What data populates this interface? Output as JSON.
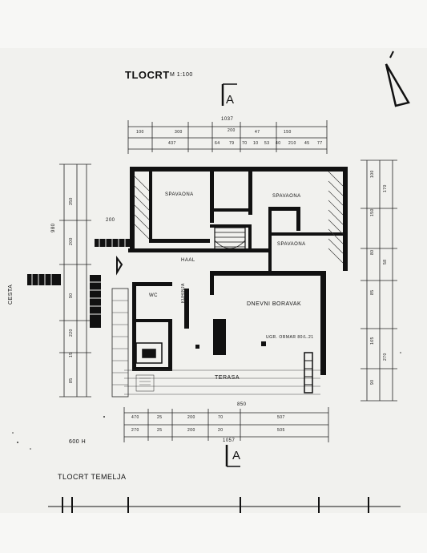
{
  "sheet": {
    "title": "TLOCRT",
    "scale": "M 1:100",
    "lower_title": "TLOCRT TEMELJA",
    "section_marker": "A",
    "north_symbol": "north-arrow-icon"
  },
  "rooms": {
    "spavaonica_1": "SPAVAONA",
    "spavaonica_2": "SPAVAONA",
    "spavaonica_3": "SPAVAONA",
    "hall": "HAAL",
    "wc": "WC",
    "kitchen": "KUHINJA",
    "dining_living": "DNEVNI BORAVAK",
    "terrace": "TERASA",
    "street": "CESTA",
    "built_in": "UGR. ORMAR 80/L.21",
    "outside_note": "600 H"
  },
  "dimensions": {
    "top_total": "1037",
    "top_row": [
      "100",
      "300",
      "200",
      "47",
      "150"
    ],
    "top_row2": [
      "437",
      "64",
      "79",
      "70",
      "10",
      "53",
      "40",
      "210",
      "45",
      "77"
    ],
    "left_total": "980",
    "left_row": [
      "350",
      "200",
      "90",
      "220",
      "15",
      "85"
    ],
    "left_short": "200",
    "right_row": [
      "100",
      "150",
      "80",
      "85",
      "165",
      "90"
    ],
    "right_row2": [
      "170",
      "58",
      "270"
    ],
    "bottom_width": "850",
    "bottom_row": [
      "470",
      "25",
      "200",
      "70",
      "507"
    ],
    "bottom_row2": [
      "270",
      "25",
      "200",
      "20",
      "505"
    ],
    "bottom_total": "1057"
  }
}
